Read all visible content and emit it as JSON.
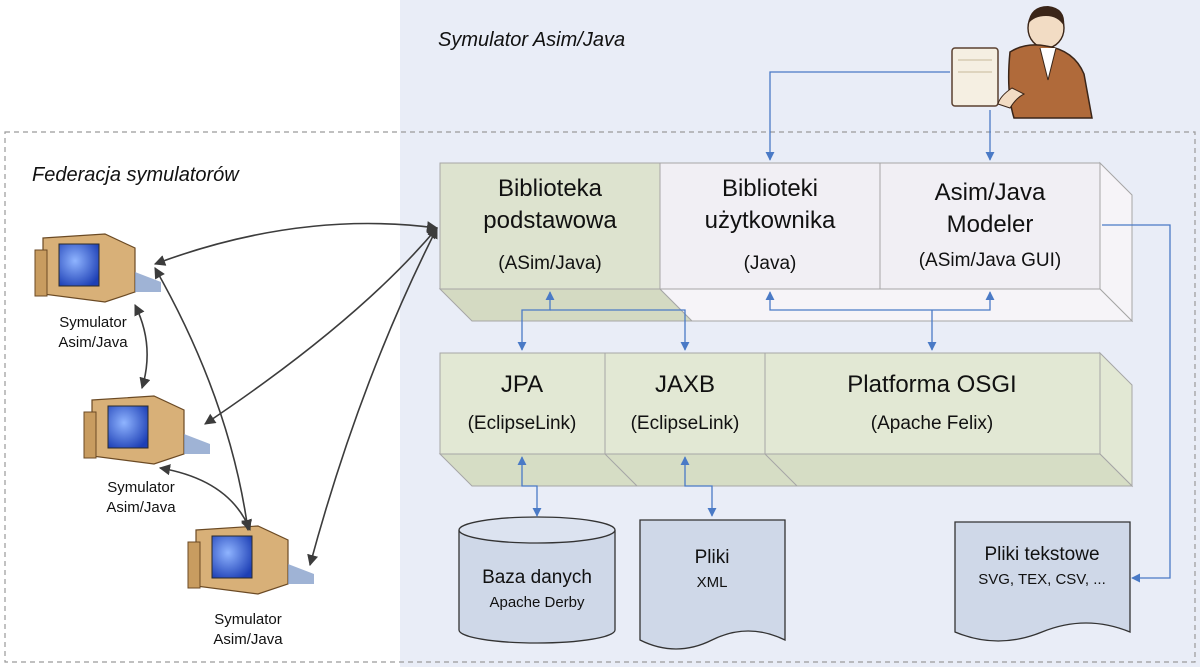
{
  "regions": {
    "simulator_title": "Symulator Asim/Java",
    "federation_title": "Federacja symulatorów"
  },
  "top_layer": {
    "basic_library": {
      "line1": "Biblioteka",
      "line2": "podstawowa",
      "sub": "(ASim/Java)"
    },
    "user_libraries": {
      "line1": "Biblioteki",
      "line2": "użytkownika",
      "sub": "(Java)"
    },
    "modeler": {
      "line1": "Asim/Java",
      "line2": "Modeler",
      "sub": "(ASim/Java GUI)"
    }
  },
  "middle_layer": {
    "jpa": {
      "title": "JPA",
      "sub": "(EclipseLink)"
    },
    "jaxb": {
      "title": "JAXB",
      "sub": "(EclipseLink)"
    },
    "osgi": {
      "title": "Platforma OSGI",
      "sub": "(Apache Felix)"
    }
  },
  "storage": {
    "database": {
      "title": "Baza danych",
      "sub": "Apache Derby"
    },
    "xml_files": {
      "title": "Pliki",
      "sub": "XML"
    },
    "text_files": {
      "title": "Pliki tekstowe",
      "sub": "SVG, TEX, CSV, ..."
    }
  },
  "simulators": [
    {
      "line1": "Symulator",
      "line2": "Asim/Java"
    },
    {
      "line1": "Symulator",
      "line2": "Asim/Java"
    },
    {
      "line1": "Symulator",
      "line2": "Asim/Java"
    }
  ],
  "colors": {
    "simulator_bg": "#e9edf7",
    "basic_library_fill": "#dde3cf",
    "user_library_fill": "#f1eff4",
    "middle_fill": "#e2e8d4",
    "storage_fill": "#cfd8e8",
    "arrow_blue": "#4a7ac6",
    "arrow_dark": "#3c3c3c"
  },
  "icons": {
    "user": "user-at-computer-icon",
    "simulator": "desktop-computer-icon",
    "database": "database-cylinder-icon",
    "document": "document-icon"
  }
}
